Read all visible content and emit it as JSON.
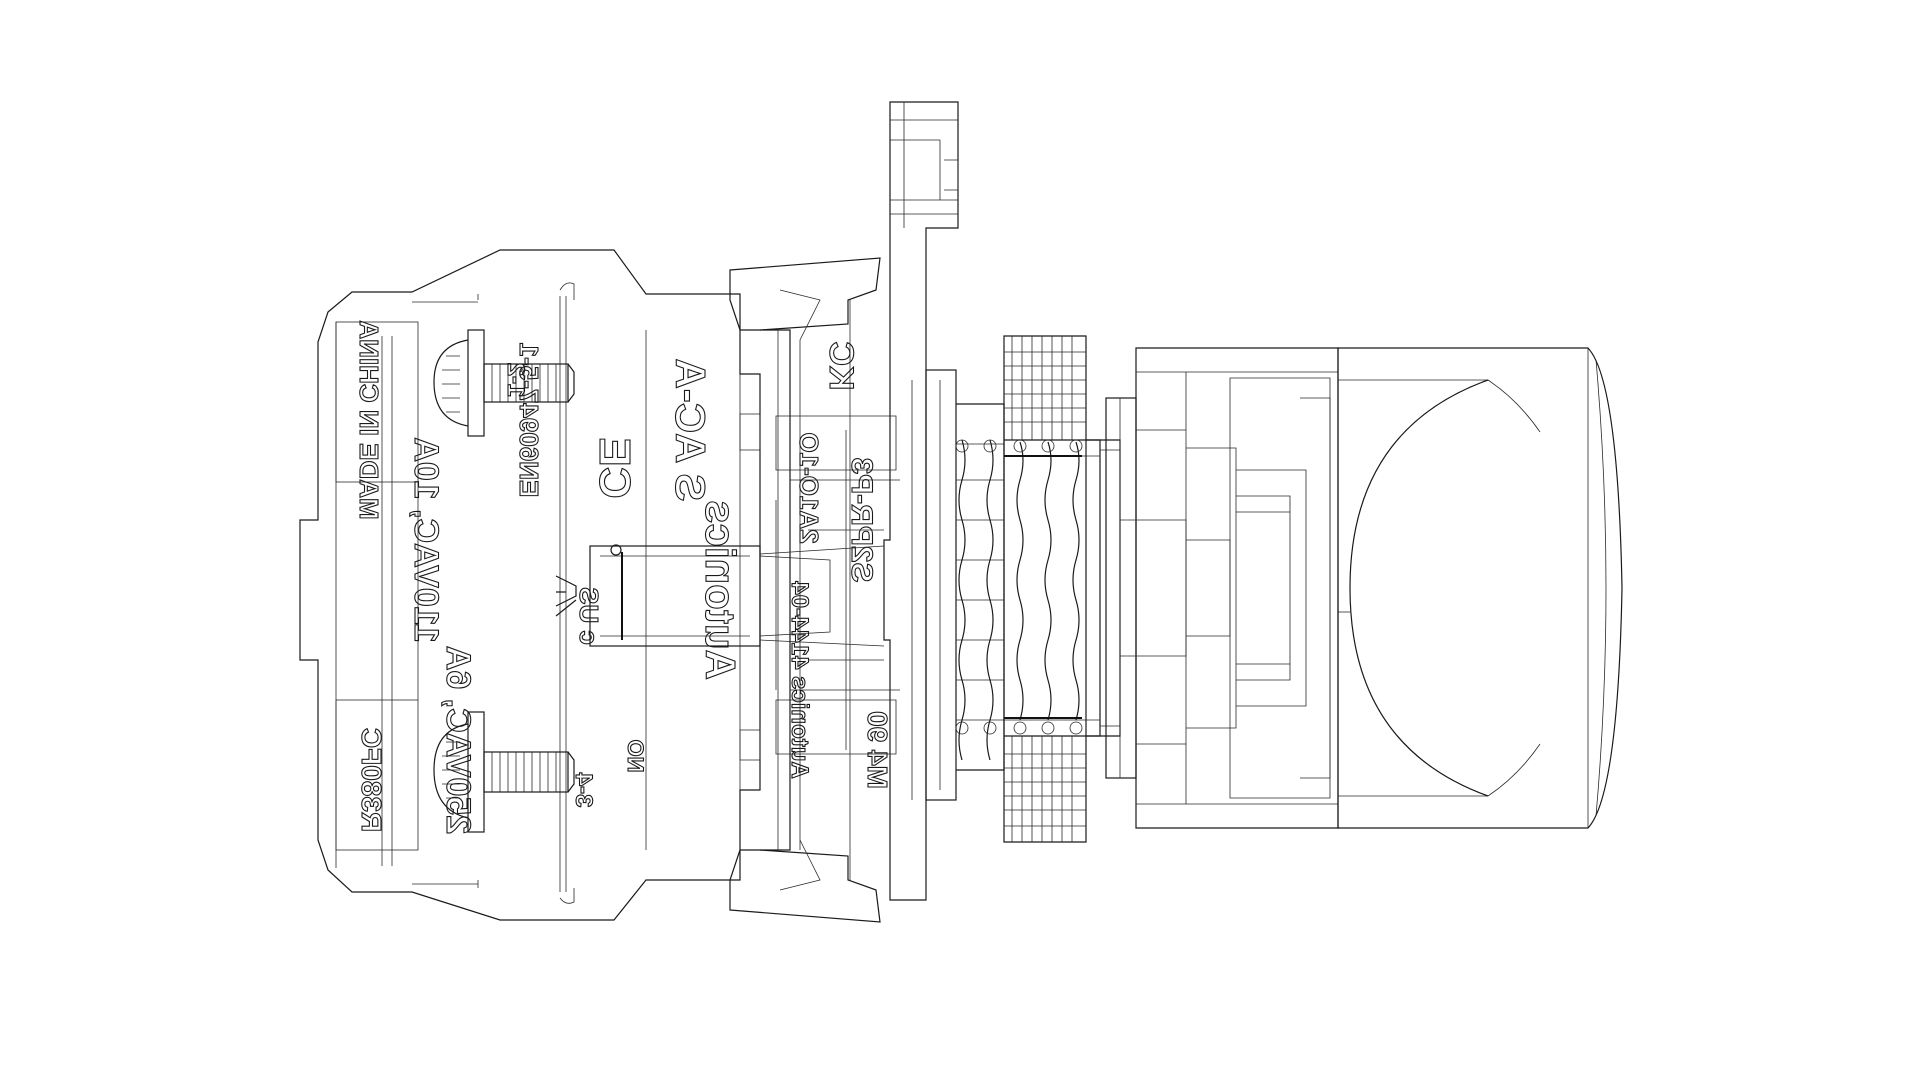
{
  "diagram": {
    "markings": {
      "brand": "Autonics",
      "model_top": "S AC-A",
      "made_in": "MADE IN CHINA",
      "rating_1": "110VAC, 10A",
      "rating_2": "250VAC, 6A",
      "code": "R380FC",
      "standard": "EN60947-5-1",
      "ce": "CE",
      "contact_1": "1-2",
      "contact_2": "3-4",
      "no_label": "NO",
      "kc": "KC",
      "kc_code": "2A1O-1O",
      "series": "S2PR-P3",
      "model_side": "M4 90",
      "mfr": "Autonics 4144-04",
      "ul_text": "c US"
    }
  }
}
